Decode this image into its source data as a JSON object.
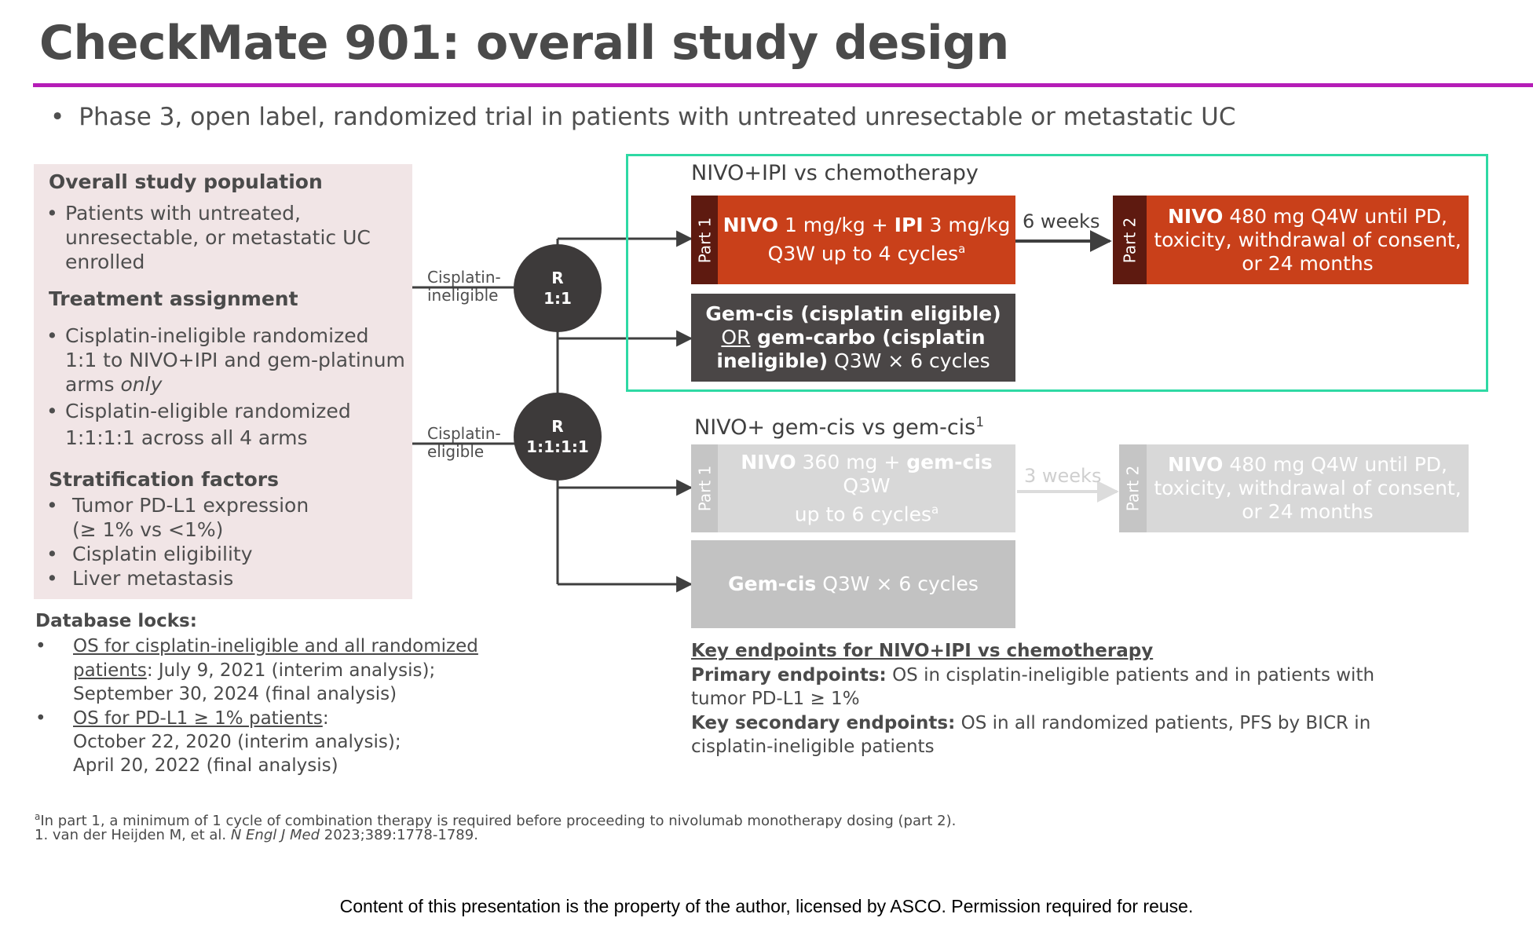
{
  "slide": {
    "title": "CheckMate 901: overall study design",
    "subtitle": "Phase 3, open label, randomized trial in patients with untreated unresectable or metastatic UC"
  },
  "panel": {
    "population_heading": "Overall study population",
    "population_lines": [
      "Patients with untreated,",
      "unresectable, or metastatic UC",
      "enrolled"
    ],
    "treatment_heading": "Treatment assignment",
    "treatment_b1_lines": [
      "Cisplatin-ineligible randomized",
      "1:1 to NIVO+IPI and gem-platinum"
    ],
    "treatment_b1_last_prefix": "arms ",
    "treatment_b1_last_em": "only",
    "treatment_b2_lines": [
      "Cisplatin-eligible randomized",
      "1:1:1:1 across all 4 arms"
    ],
    "strat_heading": "Stratification factors",
    "strat_items": [
      "Tumor PD-L1 expression",
      "(≥ 1% vs <1%)",
      "Cisplatin eligibility",
      "Liver metastasis"
    ]
  },
  "randomization": {
    "ineligible_label": [
      "Cisplatin-",
      "ineligible"
    ],
    "ineligible_circle": [
      "R",
      "1:1"
    ],
    "eligible_label": [
      "Cisplatin-",
      "eligible"
    ],
    "eligible_circle": [
      "R",
      "1:1:1:1"
    ]
  },
  "nivo_ipi": {
    "heading": "NIVO+IPI vs chemotherapy",
    "part1_tab": "Part 1",
    "part1_nivo": "NIVO",
    "part1_dose1": " 1 mg/kg + ",
    "part1_ipi": "IPI",
    "part1_dose2": " 3 mg/kg",
    "part1_line2": "Q3W up to 4 cycles",
    "part1_sup": "a",
    "interval": "6 weeks",
    "part2_tab": "Part 2",
    "part2_nivo": "NIVO",
    "part2_line1": " 480 mg Q4W until PD,",
    "part2_line2": "toxicity, withdrawal of consent,",
    "part2_line3": "or 24 months",
    "chemo_line1": "Gem-cis (cisplatin eligible)",
    "chemo_or": "OR",
    "chemo_line2": " gem-carbo (cisplatin",
    "chemo_line3_bold": "ineligible)",
    "chemo_line3_rest": " Q3W × 6 cycles"
  },
  "nivo_gemcis": {
    "heading": "NIVO+ gem-cis vs gem-cis",
    "heading_sup": "1",
    "part1_tab": "Part 1",
    "part1_nivo": "NIVO",
    "part1_dose": " 360 mg + ",
    "part1_gemcis": "gem-cis",
    "part1_q3w": " Q3W",
    "part1_line2": "up to 6 cycles",
    "part1_sup": "a",
    "interval": "3 weeks",
    "part2_tab": "Part 2",
    "part2_nivo": "NIVO",
    "part2_line1": " 480 mg Q4W until PD,",
    "part2_line2": "toxicity, withdrawal of consent,",
    "part2_line3": "or 24 months",
    "chemo_bold": "Gem-cis",
    "chemo_rest": " Q3W × 6 cycles"
  },
  "database_locks": {
    "heading": "Database locks:",
    "item1_link1": "OS for cisplatin-ineligible and all randomized",
    "item1_link2": "patients",
    "item1_rest2": ": July 9, 2021 (interim analysis);",
    "item1_line3": "September 30, 2024 (final analysis)",
    "item2_link": "OS for PD-L1 ≥ 1% patients",
    "item2_colon": ":",
    "item2_line2": "October 22, 2020 (interim analysis);",
    "item2_line3": "April 20, 2022 (final analysis)"
  },
  "endpoints": {
    "heading": "Key endpoints for NIVO+IPI vs chemotherapy",
    "primary_label": "Primary endpoints:",
    "primary_text": " OS in cisplatin-ineligible patients and in patients with",
    "primary_text2": "tumor PD-L1 ≥ 1%",
    "secondary_label": "Key secondary endpoints:",
    "secondary_text": " OS in all randomized patients, PFS by BICR in",
    "secondary_text2": "cisplatin-ineligible patients"
  },
  "footnotes": {
    "a_marker": "a",
    "a_text": "In part 1, a minimum of 1 cycle of combination therapy is required before proceeding to nivolumab monotherapy dosing (part 2).",
    "ref_prefix": "1. van der Heijden M, et al. ",
    "ref_journal": "N Engl J Med",
    "ref_suffix": " 2023;389:1778-1789."
  },
  "copyright": "Content of this presentation is the property of the author, licensed by ASCO. Permission required for reuse.",
  "colors": {
    "accent_rule": "#b51db7",
    "green_frame": "#2ed9a4",
    "nivo_ipi_arm": "#c9401a",
    "nivo_ipi_tab": "#5e1a10",
    "chemo_arm": "#4a4646",
    "greyed_arm": "#d8d8d8",
    "greyed_tab": "#c5c5c5",
    "gemcis_arm": "#c2c2c2",
    "panel_bg": "#f1e5e6"
  },
  "bullet": "•"
}
